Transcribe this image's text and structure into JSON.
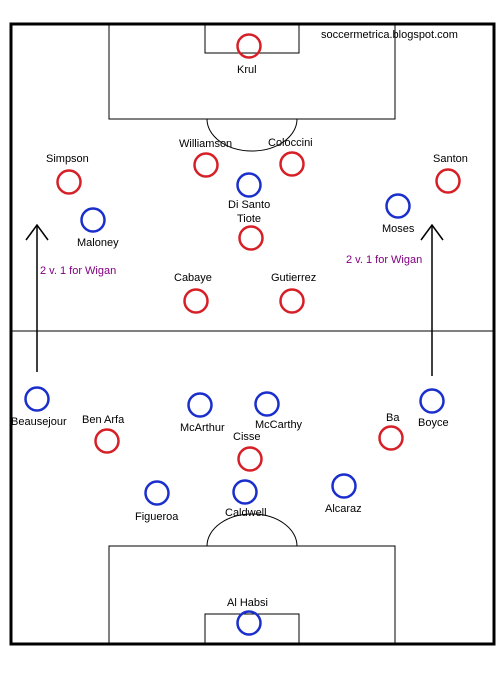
{
  "credit": "soccermetrica.blogspot.com",
  "colors": {
    "line": "#000000",
    "home": "#d62027",
    "away": "#1a2fcc",
    "note": "#800080"
  },
  "annotations": [
    {
      "id": "left",
      "text": "2 v. 1 for Wigan"
    },
    {
      "id": "right",
      "text": "2 v. 1 for Wigan"
    }
  ],
  "home_players": [
    {
      "name": "Krul"
    },
    {
      "name": "Williamson"
    },
    {
      "name": "Coloccini"
    },
    {
      "name": "Simpson"
    },
    {
      "name": "Santon"
    },
    {
      "name": "Tiote"
    },
    {
      "name": "Cabaye"
    },
    {
      "name": "Gutierrez"
    },
    {
      "name": "Ben Arfa"
    },
    {
      "name": "Ba"
    },
    {
      "name": "Cisse"
    }
  ],
  "away_players": [
    {
      "name": "Di Santo"
    },
    {
      "name": "Maloney"
    },
    {
      "name": "Moses"
    },
    {
      "name": "Beausejour"
    },
    {
      "name": "Boyce"
    },
    {
      "name": "McArthur"
    },
    {
      "name": "McCarthy"
    },
    {
      "name": "Caldwell"
    },
    {
      "name": "Figueroa"
    },
    {
      "name": "Alcaraz"
    },
    {
      "name": "Al Habsi"
    }
  ]
}
